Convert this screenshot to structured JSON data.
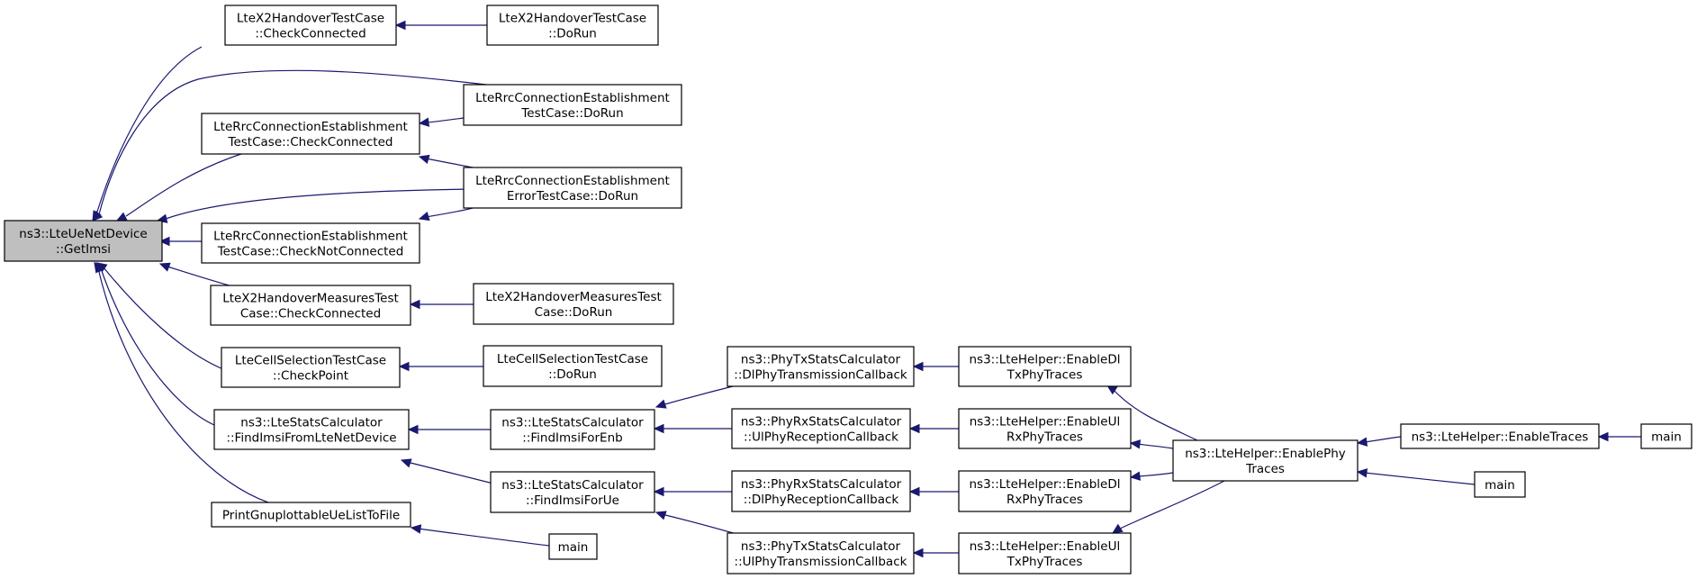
{
  "colors": {
    "edge": "#191970",
    "root_fill": "#bfbfbf",
    "node_fill": "#ffffff",
    "border": "#000000"
  },
  "nodes": [
    {
      "id": "n0",
      "lines": [
        "ns3::LteUeNetDevice",
        "::GetImsi"
      ],
      "root": true
    },
    {
      "id": "n1",
      "lines": [
        "LteX2HandoverTestCase",
        "::CheckConnected"
      ]
    },
    {
      "id": "n2",
      "lines": [
        "LteX2HandoverTestCase",
        "::DoRun"
      ]
    },
    {
      "id": "n3",
      "lines": [
        "LteRrcConnectionEstablishment",
        "TestCase::DoRun"
      ]
    },
    {
      "id": "n4",
      "lines": [
        "LteRrcConnectionEstablishment",
        "TestCase::CheckConnected"
      ]
    },
    {
      "id": "n5",
      "lines": [
        "LteRrcConnectionEstablishment",
        "ErrorTestCase::DoRun"
      ]
    },
    {
      "id": "n6",
      "lines": [
        "LteRrcConnectionEstablishment",
        "TestCase::CheckNotConnected"
      ]
    },
    {
      "id": "n7",
      "lines": [
        "LteX2HandoverMeasuresTest",
        "Case::CheckConnected"
      ]
    },
    {
      "id": "n8",
      "lines": [
        "LteX2HandoverMeasuresTest",
        "Case::DoRun"
      ]
    },
    {
      "id": "n9",
      "lines": [
        "LteCellSelectionTestCase",
        "::CheckPoint"
      ]
    },
    {
      "id": "n10",
      "lines": [
        "LteCellSelectionTestCase",
        "::DoRun"
      ]
    },
    {
      "id": "n11",
      "lines": [
        "ns3::LteStatsCalculator",
        "::FindImsiFromLteNetDevice"
      ]
    },
    {
      "id": "n12",
      "lines": [
        "ns3::LteStatsCalculator",
        "::FindImsiForEnb"
      ]
    },
    {
      "id": "n13",
      "lines": [
        "ns3::LteStatsCalculator",
        "::FindImsiForUe"
      ]
    },
    {
      "id": "n14",
      "lines": [
        "PrintGnuplottableUeListToFile"
      ]
    },
    {
      "id": "n15",
      "lines": [
        "main"
      ]
    },
    {
      "id": "n16",
      "lines": [
        "ns3::PhyTxStatsCalculator",
        "::DlPhyTransmissionCallback"
      ]
    },
    {
      "id": "n17",
      "lines": [
        "ns3::PhyRxStatsCalculator",
        "::UlPhyReceptionCallback"
      ]
    },
    {
      "id": "n18",
      "lines": [
        "ns3::PhyRxStatsCalculator",
        "::DlPhyReceptionCallback"
      ]
    },
    {
      "id": "n19",
      "lines": [
        "ns3::PhyTxStatsCalculator",
        "::UlPhyTransmissionCallback"
      ]
    },
    {
      "id": "n20",
      "lines": [
        "ns3::LteHelper::EnableDl",
        "TxPhyTraces"
      ]
    },
    {
      "id": "n21",
      "lines": [
        "ns3::LteHelper::EnableUl",
        "RxPhyTraces"
      ]
    },
    {
      "id": "n22",
      "lines": [
        "ns3::LteHelper::EnableDl",
        "RxPhyTraces"
      ]
    },
    {
      "id": "n23",
      "lines": [
        "ns3::LteHelper::EnableUl",
        "TxPhyTraces"
      ]
    },
    {
      "id": "n24",
      "lines": [
        "ns3::LteHelper::EnablePhy",
        "Traces"
      ]
    },
    {
      "id": "n25",
      "lines": [
        "ns3::LteHelper::EnableTraces"
      ]
    },
    {
      "id": "n26",
      "lines": [
        "main"
      ]
    },
    {
      "id": "n27",
      "lines": [
        "main"
      ]
    }
  ],
  "edges": [
    {
      "from": "n1",
      "to": "n0"
    },
    {
      "from": "n3",
      "to": "n0"
    },
    {
      "from": "n4",
      "to": "n0"
    },
    {
      "from": "n5",
      "to": "n0"
    },
    {
      "from": "n6",
      "to": "n0"
    },
    {
      "from": "n7",
      "to": "n0"
    },
    {
      "from": "n9",
      "to": "n0"
    },
    {
      "from": "n11",
      "to": "n0"
    },
    {
      "from": "n14",
      "to": "n0"
    },
    {
      "from": "n2",
      "to": "n1"
    },
    {
      "from": "n3",
      "to": "n4"
    },
    {
      "from": "n5",
      "to": "n4"
    },
    {
      "from": "n5",
      "to": "n6"
    },
    {
      "from": "n8",
      "to": "n7"
    },
    {
      "from": "n10",
      "to": "n9"
    },
    {
      "from": "n12",
      "to": "n11"
    },
    {
      "from": "n13",
      "to": "n11"
    },
    {
      "from": "n15",
      "to": "n14"
    },
    {
      "from": "n16",
      "to": "n12"
    },
    {
      "from": "n17",
      "to": "n12"
    },
    {
      "from": "n18",
      "to": "n13"
    },
    {
      "from": "n19",
      "to": "n13"
    },
    {
      "from": "n20",
      "to": "n16"
    },
    {
      "from": "n21",
      "to": "n17"
    },
    {
      "from": "n22",
      "to": "n18"
    },
    {
      "from": "n23",
      "to": "n19"
    },
    {
      "from": "n24",
      "to": "n20"
    },
    {
      "from": "n24",
      "to": "n21"
    },
    {
      "from": "n24",
      "to": "n22"
    },
    {
      "from": "n24",
      "to": "n23"
    },
    {
      "from": "n25",
      "to": "n24"
    },
    {
      "from": "n26",
      "to": "n24"
    },
    {
      "from": "n27",
      "to": "n25"
    }
  ]
}
